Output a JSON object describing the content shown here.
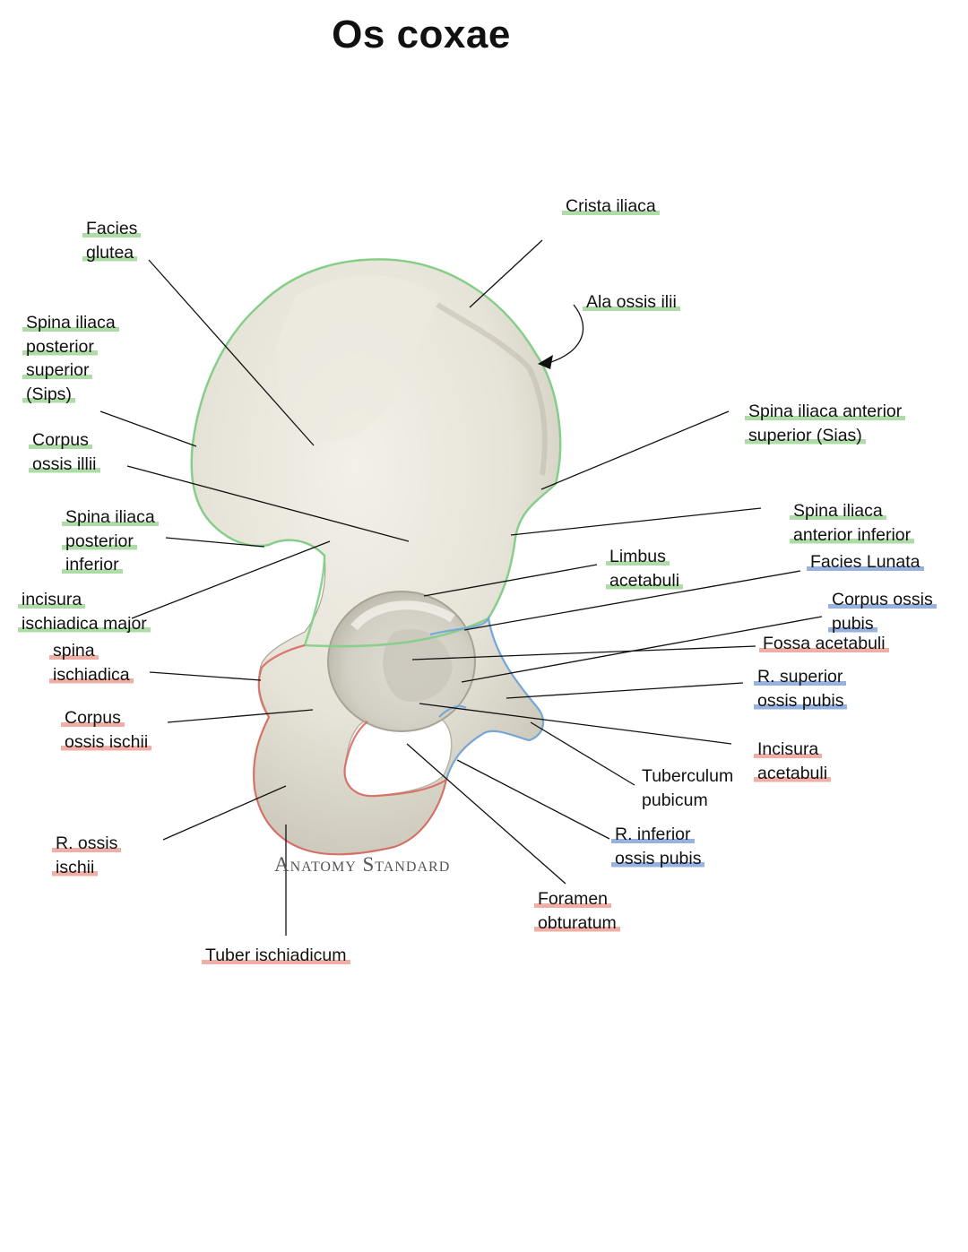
{
  "title": "Os coxae",
  "watermark": "Anatomy Standard",
  "colors": {
    "ilium": "#a0d696",
    "ischium": "#eca096",
    "pubis": "#8caadc",
    "bone": "#e9e6dc",
    "outline_ilium": "#7fcf84",
    "outline_ischium": "#d9655c",
    "outline_pubis": "#6fa4d8"
  },
  "labels": [
    {
      "id": "facies-glutea",
      "group": "ilium",
      "lines": [
        "Facies",
        "glutea"
      ]
    },
    {
      "id": "crista-iliaca",
      "group": "ilium",
      "lines": [
        "Crista iliaca"
      ]
    },
    {
      "id": "ala-ossis-ilii",
      "group": "ilium",
      "lines": [
        "Ala ossis ilii"
      ]
    },
    {
      "id": "spina-iliaca-posterior-superior",
      "group": "ilium",
      "lines": [
        "Spina iliaca",
        "posterior",
        "superior",
        "(Sips)"
      ]
    },
    {
      "id": "spina-iliaca-anterior-superior",
      "group": "ilium",
      "lines": [
        "Spina iliaca anterior",
        "superior (Sias)"
      ]
    },
    {
      "id": "corpus-ossis-illii",
      "group": "ilium",
      "lines": [
        "Corpus",
        "ossis illii"
      ]
    },
    {
      "id": "spina-iliaca-anterior-inferior",
      "group": "ilium",
      "lines": [
        "Spina iliaca",
        "anterior inferior"
      ]
    },
    {
      "id": "spina-iliaca-posterior-inferior",
      "group": "ilium",
      "lines": [
        "Spina iliaca",
        "posterior",
        "inferior"
      ]
    },
    {
      "id": "limbus-acetabuli",
      "group": "ilium",
      "lines": [
        "Limbus",
        "acetabuli"
      ]
    },
    {
      "id": "facies-lunata",
      "group": "pubis",
      "lines": [
        "Facies Lunata"
      ]
    },
    {
      "id": "incisura-ischiadica-major",
      "group": "ilium",
      "lines": [
        "incisura",
        "ischiadica major"
      ]
    },
    {
      "id": "corpus-ossis-pubis",
      "group": "pubis",
      "lines": [
        "Corpus ossis",
        "pubis"
      ]
    },
    {
      "id": "spina-ischiadica",
      "group": "ischium",
      "lines": [
        "spina",
        "ischiadica"
      ]
    },
    {
      "id": "fossa-acetabuli",
      "group": "ischium",
      "lines": [
        "Fossa acetabuli"
      ]
    },
    {
      "id": "r-superior-ossis-pubis",
      "group": "pubis",
      "lines": [
        "R. superior",
        "ossis pubis"
      ]
    },
    {
      "id": "corpus-ossis-ischii",
      "group": "ischium",
      "lines": [
        "Corpus",
        "ossis ischii"
      ]
    },
    {
      "id": "incisura-acetabuli",
      "group": "ischium",
      "lines": [
        "Incisura",
        "acetabuli"
      ]
    },
    {
      "id": "tuberculum-pubicum",
      "group": "none",
      "lines": [
        "Tuberculum",
        "pubicum"
      ]
    },
    {
      "id": "r-inferior-ossis-pubis",
      "group": "pubis",
      "lines": [
        "R. inferior",
        "ossis pubis"
      ]
    },
    {
      "id": "r-ossis-ischii",
      "group": "ischium",
      "lines": [
        "R. ossis",
        "ischii"
      ]
    },
    {
      "id": "foramen-obturatum",
      "group": "ischium",
      "lines": [
        "Foramen",
        "obturatum"
      ]
    },
    {
      "id": "tuber-ischiadicum",
      "group": "ischium",
      "lines": [
        "Tuber ischiadicum"
      ]
    }
  ]
}
